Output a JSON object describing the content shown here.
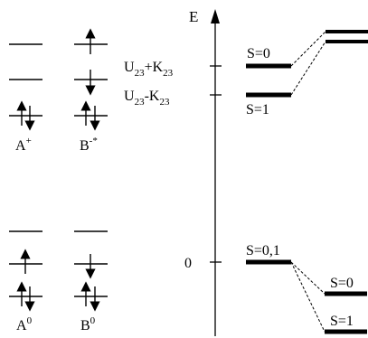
{
  "orbitals": {
    "a_plus": {
      "label": "A",
      "sup": "+"
    },
    "b_minus": {
      "label": "B",
      "sup": "-*"
    },
    "a_zero": {
      "label": "A",
      "sup": "0"
    },
    "b_zero": {
      "label": "B",
      "sup": "0"
    }
  },
  "axis": {
    "label": "E",
    "tick_top_base": "U",
    "tick_top_sub": "23",
    "tick_top_op": "+K",
    "tick_top_sub2": "23",
    "tick_mid_base": "U",
    "tick_mid_sub": "23",
    "tick_mid_op": "-K",
    "tick_mid_sub2": "23",
    "tick_zero": "0"
  },
  "states": {
    "upper_s0": "S=0",
    "upper_s1": "S=1",
    "lower_s01": "S=0,1",
    "lower_s0": "S=0",
    "lower_s1": "S=1"
  }
}
